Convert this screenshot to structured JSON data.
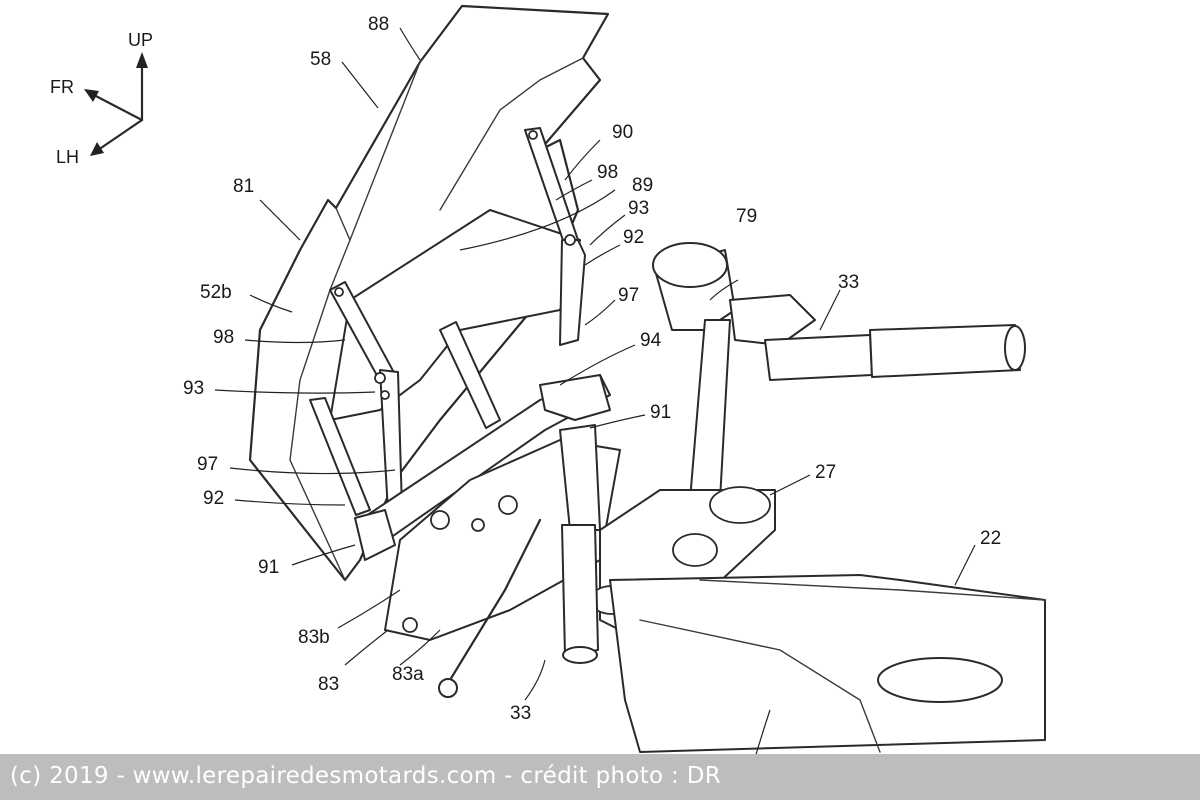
{
  "directions": {
    "up": "UP",
    "front": "FR",
    "left": "LH"
  },
  "labels": {
    "l88": "88",
    "l58": "58",
    "l90": "90",
    "l98a": "98",
    "l89": "89",
    "l93a": "93",
    "l92a": "92",
    "l79": "79",
    "l81": "81",
    "l33a": "33",
    "l52b": "52b",
    "l97a": "97",
    "l98b": "98",
    "l94": "94",
    "l93b": "93",
    "l91a": "91",
    "l27": "27",
    "l97b": "97",
    "l92b": "92",
    "l22a": "22",
    "l91b": "91",
    "l83b": "83b",
    "l83": "83",
    "l83a": "83a",
    "l33b": "33",
    "l22b": "22"
  },
  "footer": {
    "credit": "(c) 2019 - www.lerepairedesmotards.com - crédit photo : DR"
  }
}
